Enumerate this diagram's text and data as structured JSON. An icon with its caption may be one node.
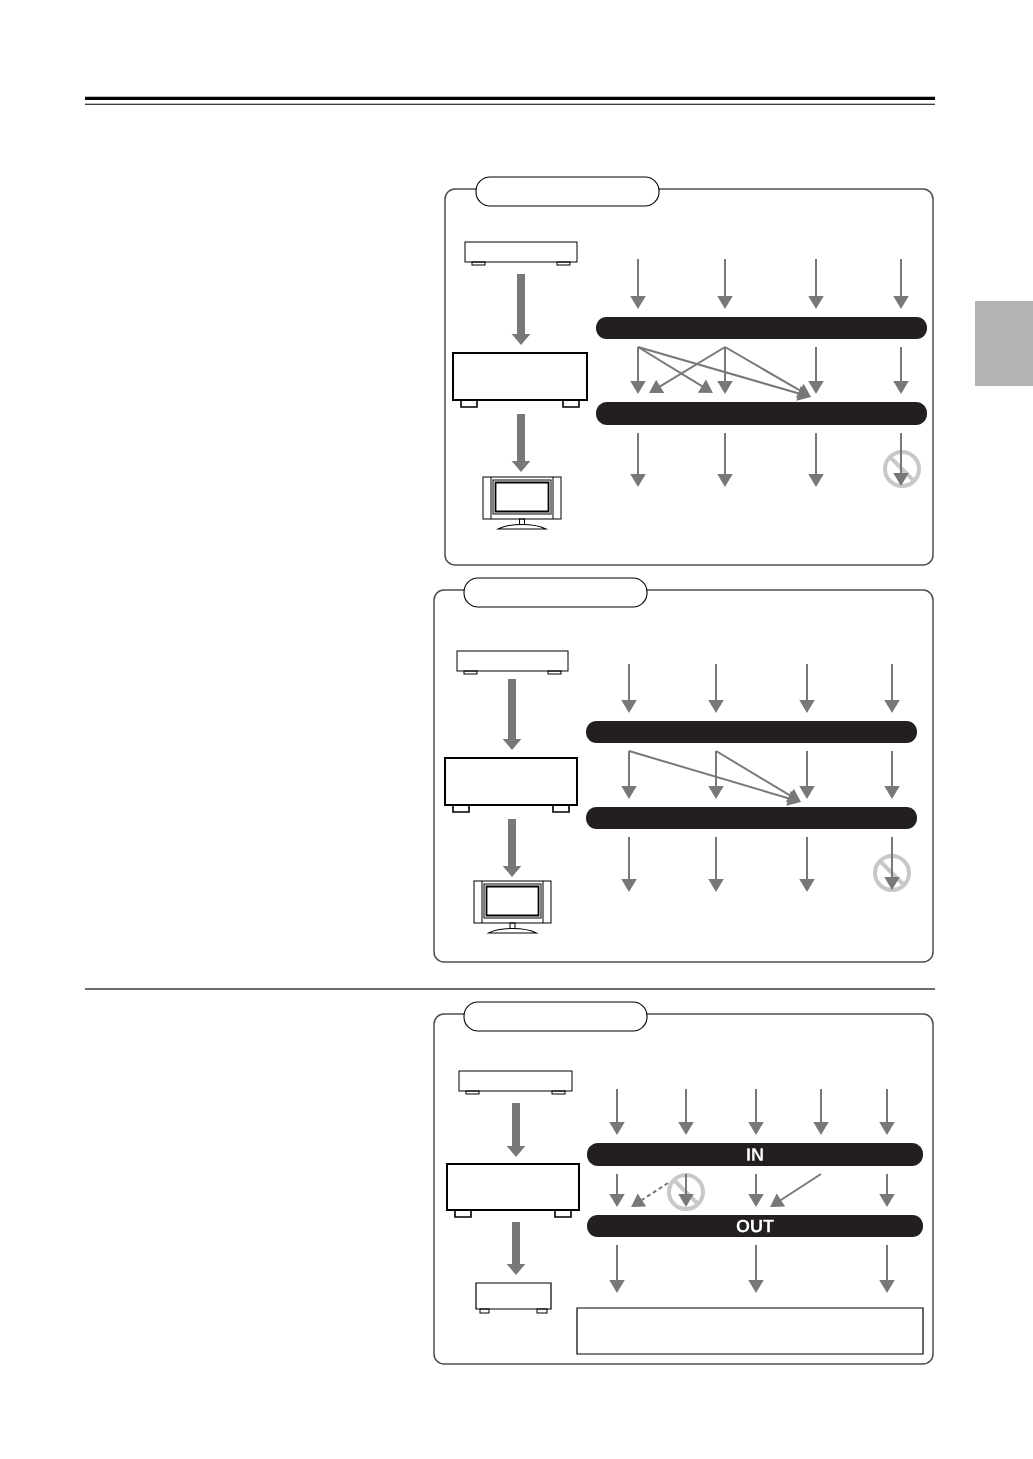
{
  "diagram": {
    "nodes": [
      {
        "text": [],
        "shape": "box"
      },
      {
        "text": [],
        "shape": "box"
      },
      {
        "text": [],
        "shape": "box",
        "in": 0
      },
      {
        "text": [],
        "shape": "box",
        "in": 0
      },
      {
        "text": [],
        "shape": "picture",
        "in": 0
      },
      {
        "text": [],
        "shape": "bar",
        "in": 0
      },
      {
        "text": [],
        "shape": "bar",
        "in": 0
      },
      {
        "text": [],
        "shape": "circle",
        "in": 0
      },
      {
        "text": [],
        "shape": "box"
      },
      {
        "text": [],
        "shape": "box"
      },
      {
        "text": [],
        "shape": "box",
        "in": 8
      },
      {
        "text": [],
        "shape": "box",
        "in": 8
      },
      {
        "text": [],
        "shape": "picture",
        "in": 8
      },
      {
        "text": [],
        "shape": "bar",
        "in": 8
      },
      {
        "text": [],
        "shape": "bar",
        "in": 8
      },
      {
        "text": [],
        "shape": "circle",
        "in": 8
      },
      {
        "text": [],
        "shape": "box"
      },
      {
        "text": [],
        "shape": "box"
      },
      {
        "text": [],
        "shape": "box",
        "in": 16
      },
      {
        "text": [],
        "shape": "box",
        "in": 16
      },
      {
        "text": [],
        "shape": "box",
        "in": 16
      },
      {
        "text": [
          "IN"
        ],
        "in": 16
      },
      {
        "text": [],
        "shape": "circle",
        "in": 16
      },
      {
        "text": [
          "OUT"
        ],
        "in": 16
      },
      {
        "text": [],
        "shape": "box",
        "in": 16
      }
    ],
    "edges": [
      {
        "from": 2,
        "to": 3,
        "arrow": "to",
        "style": "thick"
      },
      {
        "from": 3,
        "to": 4,
        "arrow": "to",
        "style": "thick"
      },
      {
        "from": null,
        "to": 5,
        "arrow": "to"
      },
      {
        "from": null,
        "to": 5,
        "arrow": "to"
      },
      {
        "from": null,
        "to": 5,
        "arrow": "to"
      },
      {
        "from": null,
        "to": 5,
        "arrow": "to"
      },
      {
        "from": 5,
        "to": 6,
        "arrow": "to"
      },
      {
        "from": 5,
        "to": 6,
        "arrow": "to"
      },
      {
        "from": 5,
        "to": 6,
        "arrow": "to"
      },
      {
        "from": 5,
        "to": 6,
        "arrow": "to"
      },
      {
        "from": 5,
        "to": 6,
        "arrow": "to"
      },
      {
        "from": 5,
        "to": 6,
        "arrow": "to"
      },
      {
        "from": 5,
        "to": 6,
        "arrow": "to"
      },
      {
        "from": 5,
        "to": 6,
        "arrow": "to"
      },
      {
        "from": 6,
        "to": null,
        "arrow": "to"
      },
      {
        "from": 6,
        "to": null,
        "arrow": "to"
      },
      {
        "from": 6,
        "to": null,
        "arrow": "to"
      },
      {
        "from": 6,
        "to": 7,
        "arrow": "to"
      },
      {
        "from": 10,
        "to": 11,
        "arrow": "to",
        "style": "thick"
      },
      {
        "from": 11,
        "to": 12,
        "arrow": "to",
        "style": "thick"
      },
      {
        "from": null,
        "to": 13,
        "arrow": "to"
      },
      {
        "from": null,
        "to": 13,
        "arrow": "to"
      },
      {
        "from": null,
        "to": 13,
        "arrow": "to"
      },
      {
        "from": null,
        "to": 13,
        "arrow": "to"
      },
      {
        "from": 13,
        "to": 14,
        "arrow": "to"
      },
      {
        "from": 13,
        "to": 14,
        "arrow": "to"
      },
      {
        "from": 13,
        "to": 14,
        "arrow": "to"
      },
      {
        "from": 13,
        "to": 14,
        "arrow": "to"
      },
      {
        "from": 13,
        "to": 14,
        "arrow": "to"
      },
      {
        "from": 13,
        "to": 14,
        "arrow": "to"
      },
      {
        "from": 14,
        "to": null,
        "arrow": "to"
      },
      {
        "from": 14,
        "to": null,
        "arrow": "to"
      },
      {
        "from": 14,
        "to": null,
        "arrow": "to"
      },
      {
        "from": 14,
        "to": 15,
        "arrow": "to"
      },
      {
        "from": 18,
        "to": 19,
        "arrow": "to",
        "style": "thick"
      },
      {
        "from": 19,
        "to": 20,
        "arrow": "to",
        "style": "thick"
      },
      {
        "from": null,
        "to": 21,
        "arrow": "to"
      },
      {
        "from": null,
        "to": 21,
        "arrow": "to"
      },
      {
        "from": null,
        "to": 21,
        "arrow": "to"
      },
      {
        "from": null,
        "to": 21,
        "arrow": "to"
      },
      {
        "from": null,
        "to": 21,
        "arrow": "to"
      },
      {
        "from": 21,
        "to": 23,
        "arrow": "to"
      },
      {
        "from": 21,
        "to": 22,
        "arrow": "to"
      },
      {
        "from": 21,
        "to": 23,
        "arrow": "to"
      },
      {
        "from": 21,
        "to": 23,
        "arrow": "to"
      },
      {
        "from": 21,
        "to": 23,
        "arrow": "to"
      },
      {
        "from": 22,
        "to": 23,
        "arrow": "to",
        "style": "dashed"
      },
      {
        "from": 23,
        "to": 24,
        "arrow": "to"
      },
      {
        "from": 23,
        "to": 24,
        "arrow": "to"
      },
      {
        "from": 23,
        "to": 24,
        "arrow": "to"
      }
    ]
  }
}
